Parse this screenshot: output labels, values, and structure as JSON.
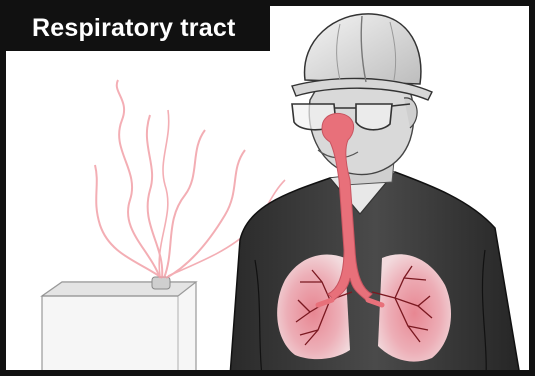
{
  "title": "Respiratory tract",
  "colors": {
    "frame": "#111111",
    "title_text": "#ffffff",
    "airway": "#e8707a",
    "vapor": "#f2a0a8",
    "lung_tint": "#f4b8c0",
    "bronchi": "#7a1820",
    "jacket": "#3a3a3a",
    "skin": "#d8d8d8",
    "helmet": "#e6e6e6"
  },
  "icons": [
    "hard-hat",
    "safety-glasses",
    "container",
    "lungs"
  ]
}
